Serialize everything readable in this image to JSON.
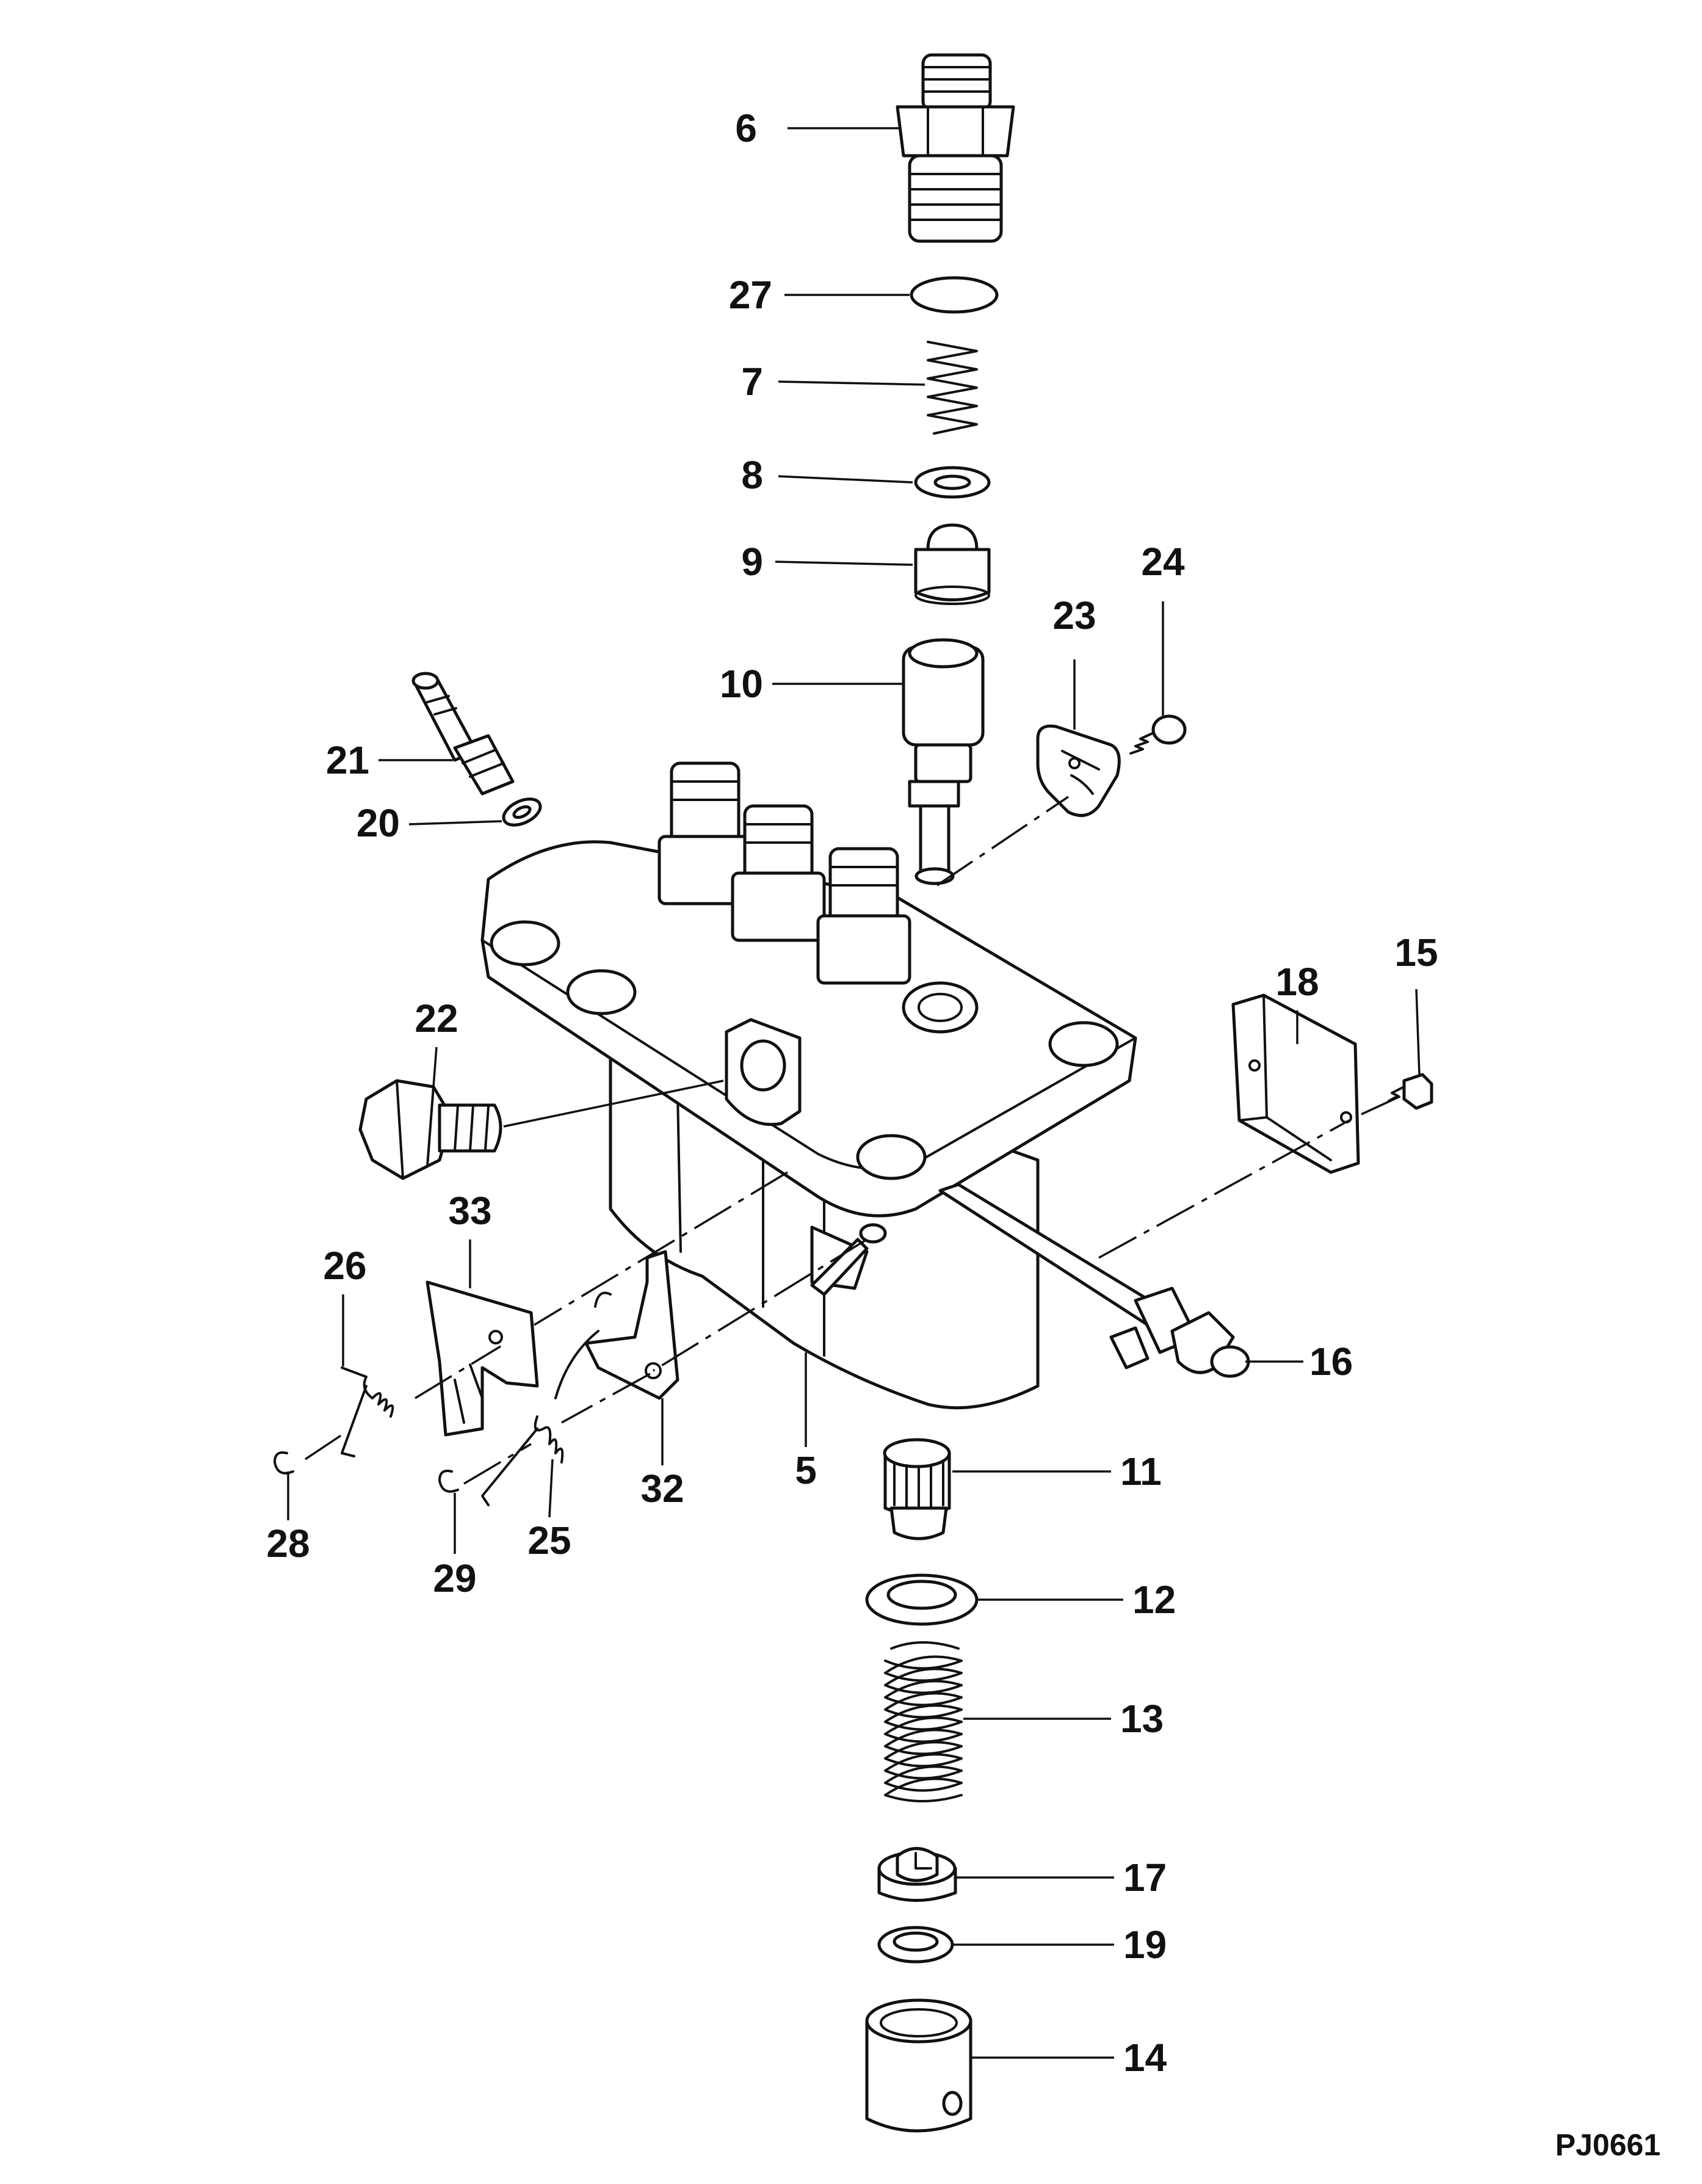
{
  "figure_code": "PJ0661",
  "callouts": [
    {
      "part": "6"
    },
    {
      "part": "27"
    },
    {
      "part": "7"
    },
    {
      "part": "8"
    },
    {
      "part": "9"
    },
    {
      "part": "10"
    },
    {
      "part": "23"
    },
    {
      "part": "24"
    },
    {
      "part": "21"
    },
    {
      "part": "20"
    },
    {
      "part": "22"
    },
    {
      "part": "18"
    },
    {
      "part": "15"
    },
    {
      "part": "33"
    },
    {
      "part": "26"
    },
    {
      "part": "16"
    },
    {
      "part": "5"
    },
    {
      "part": "32"
    },
    {
      "part": "11"
    },
    {
      "part": "28"
    },
    {
      "part": "29"
    },
    {
      "part": "25"
    },
    {
      "part": "12"
    },
    {
      "part": "13"
    },
    {
      "part": "17"
    },
    {
      "part": "19"
    },
    {
      "part": "14"
    }
  ]
}
